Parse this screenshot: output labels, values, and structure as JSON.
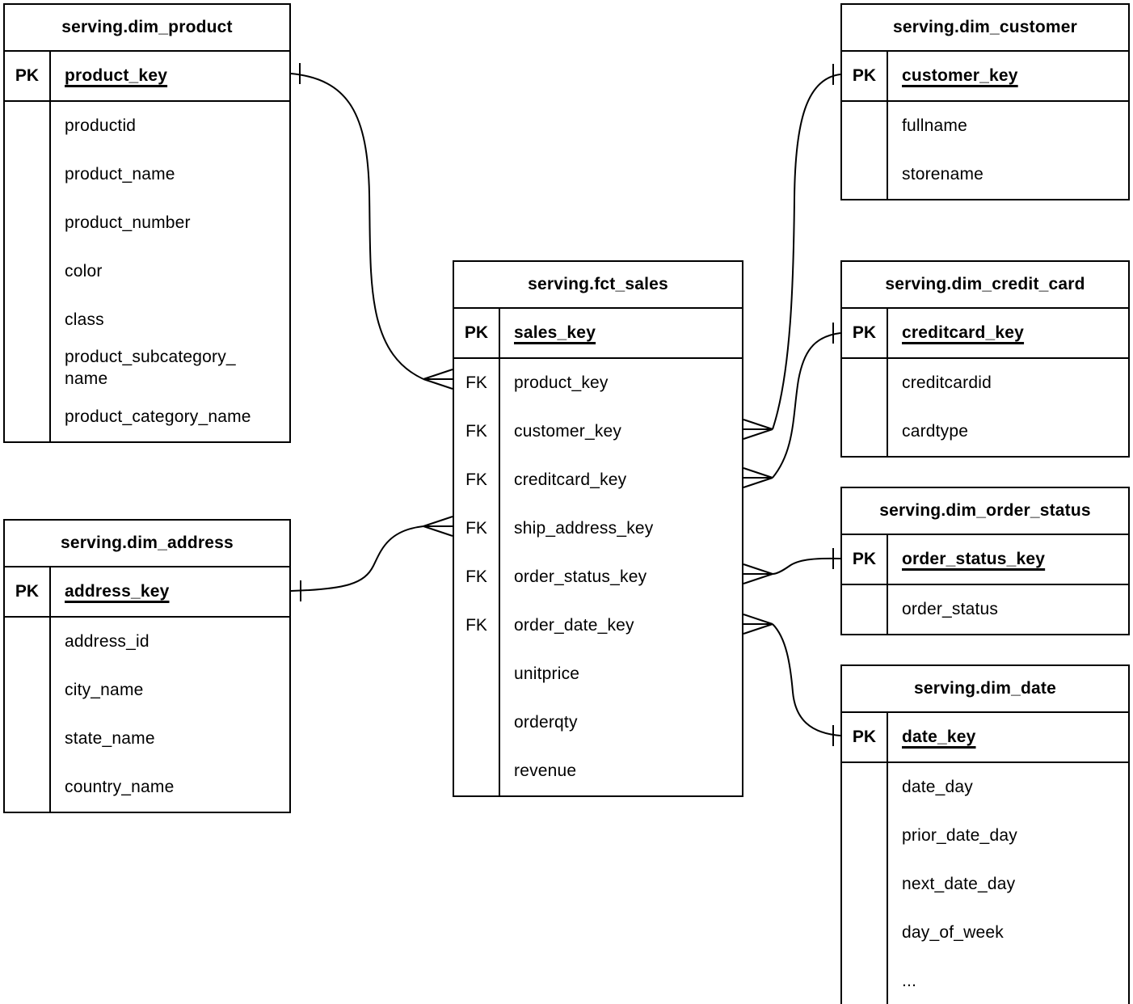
{
  "diagram_type": "entity-relationship",
  "colors": {
    "line": "#000000",
    "background": "#ffffff",
    "text": "#000000"
  },
  "tables": {
    "dim_product": {
      "title": "serving.dim_product",
      "pk_label": "PK",
      "pk_field": "product_key",
      "rows": [
        {
          "key": "",
          "name": "productid"
        },
        {
          "key": "",
          "name": "product_name"
        },
        {
          "key": "",
          "name": "product_number"
        },
        {
          "key": "",
          "name": "color"
        },
        {
          "key": "",
          "name": "class"
        },
        {
          "key": "",
          "name": "product_subcategory_name"
        },
        {
          "key": "",
          "name": "product_category_name"
        }
      ]
    },
    "dim_address": {
      "title": "serving.dim_address",
      "pk_label": "PK",
      "pk_field": "address_key",
      "rows": [
        {
          "key": "",
          "name": "address_id"
        },
        {
          "key": "",
          "name": "city_name"
        },
        {
          "key": "",
          "name": "state_name"
        },
        {
          "key": "",
          "name": "country_name"
        }
      ]
    },
    "fct_sales": {
      "title": "serving.fct_sales",
      "pk_label": "PK",
      "pk_field": "sales_key",
      "rows": [
        {
          "key": "FK",
          "name": "product_key"
        },
        {
          "key": "FK",
          "name": "customer_key"
        },
        {
          "key": "FK",
          "name": "creditcard_key"
        },
        {
          "key": "FK",
          "name": "ship_address_key"
        },
        {
          "key": "FK",
          "name": "order_status_key"
        },
        {
          "key": "FK",
          "name": "order_date_key"
        },
        {
          "key": "",
          "name": "unitprice"
        },
        {
          "key": "",
          "name": "orderqty"
        },
        {
          "key": "",
          "name": "revenue"
        }
      ]
    },
    "dim_customer": {
      "title": "serving.dim_customer",
      "pk_label": "PK",
      "pk_field": "customer_key",
      "rows": [
        {
          "key": "",
          "name": "fullname"
        },
        {
          "key": "",
          "name": "storename"
        }
      ]
    },
    "dim_credit_card": {
      "title": "serving.dim_credit_card",
      "pk_label": "PK",
      "pk_field": "creditcard_key",
      "rows": [
        {
          "key": "",
          "name": "creditcardid"
        },
        {
          "key": "",
          "name": "cardtype"
        }
      ]
    },
    "dim_order_status": {
      "title": "serving.dim_order_status",
      "pk_label": "PK",
      "pk_field": "order_status_key",
      "rows": [
        {
          "key": "",
          "name": "order_status"
        }
      ]
    },
    "dim_date": {
      "title": "serving.dim_date",
      "pk_label": "PK",
      "pk_field": "date_key",
      "rows": [
        {
          "key": "",
          "name": "date_day"
        },
        {
          "key": "",
          "name": "prior_date_day"
        },
        {
          "key": "",
          "name": "next_date_day"
        },
        {
          "key": "",
          "name": "day_of_week"
        },
        {
          "key": "",
          "name": "..."
        }
      ]
    }
  },
  "relationships": [
    {
      "fact_table": "serving.fct_sales",
      "fact_field": "product_key",
      "dim_table": "serving.dim_product",
      "dim_field": "product_key",
      "fact_end": "many",
      "dim_end": "one"
    },
    {
      "fact_table": "serving.fct_sales",
      "fact_field": "customer_key",
      "dim_table": "serving.dim_customer",
      "dim_field": "customer_key",
      "fact_end": "many",
      "dim_end": "one"
    },
    {
      "fact_table": "serving.fct_sales",
      "fact_field": "creditcard_key",
      "dim_table": "serving.dim_credit_card",
      "dim_field": "creditcard_key",
      "fact_end": "many",
      "dim_end": "one"
    },
    {
      "fact_table": "serving.fct_sales",
      "fact_field": "ship_address_key",
      "dim_table": "serving.dim_address",
      "dim_field": "address_key",
      "fact_end": "many",
      "dim_end": "one"
    },
    {
      "fact_table": "serving.fct_sales",
      "fact_field": "order_status_key",
      "dim_table": "serving.dim_order_status",
      "dim_field": "order_status_key",
      "fact_end": "many",
      "dim_end": "one"
    },
    {
      "fact_table": "serving.fct_sales",
      "fact_field": "order_date_key",
      "dim_table": "serving.dim_date",
      "dim_field": "date_key",
      "fact_end": "many",
      "dim_end": "one"
    }
  ]
}
